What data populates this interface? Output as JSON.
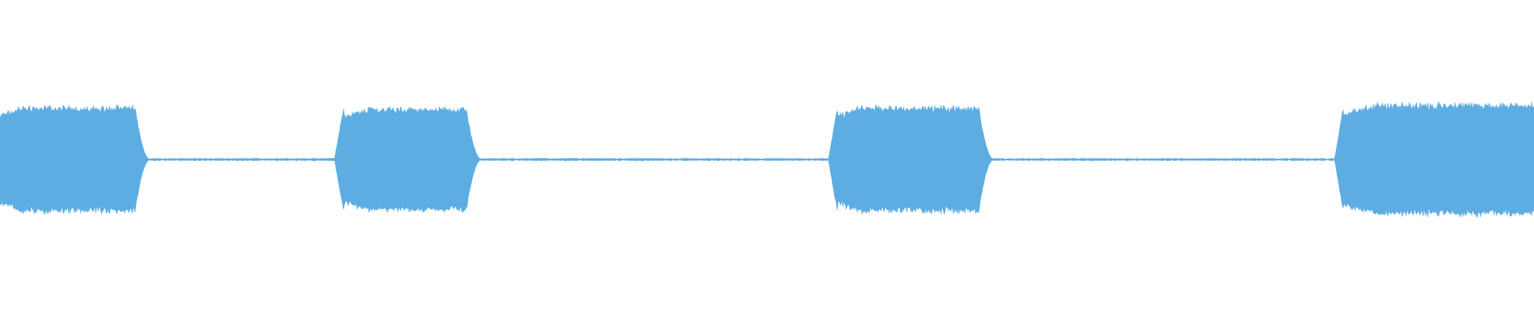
{
  "waveform": {
    "color": "#5DADE2",
    "background": "#FFFFFF",
    "bursts": [
      {
        "start_s": 0.0,
        "end_s": 0.44,
        "amplitude": 0.8
      },
      {
        "start_s": 1.12,
        "end_s": 1.52,
        "amplitude": 0.78
      },
      {
        "start_s": 2.73,
        "end_s": 3.19,
        "amplitude": 0.8
      },
      {
        "start_s": 4.38,
        "end_s": 5.0,
        "amplitude": 0.84
      }
    ],
    "noise_floor_amplitude": 0.02,
    "duration_s": 5.0
  }
}
